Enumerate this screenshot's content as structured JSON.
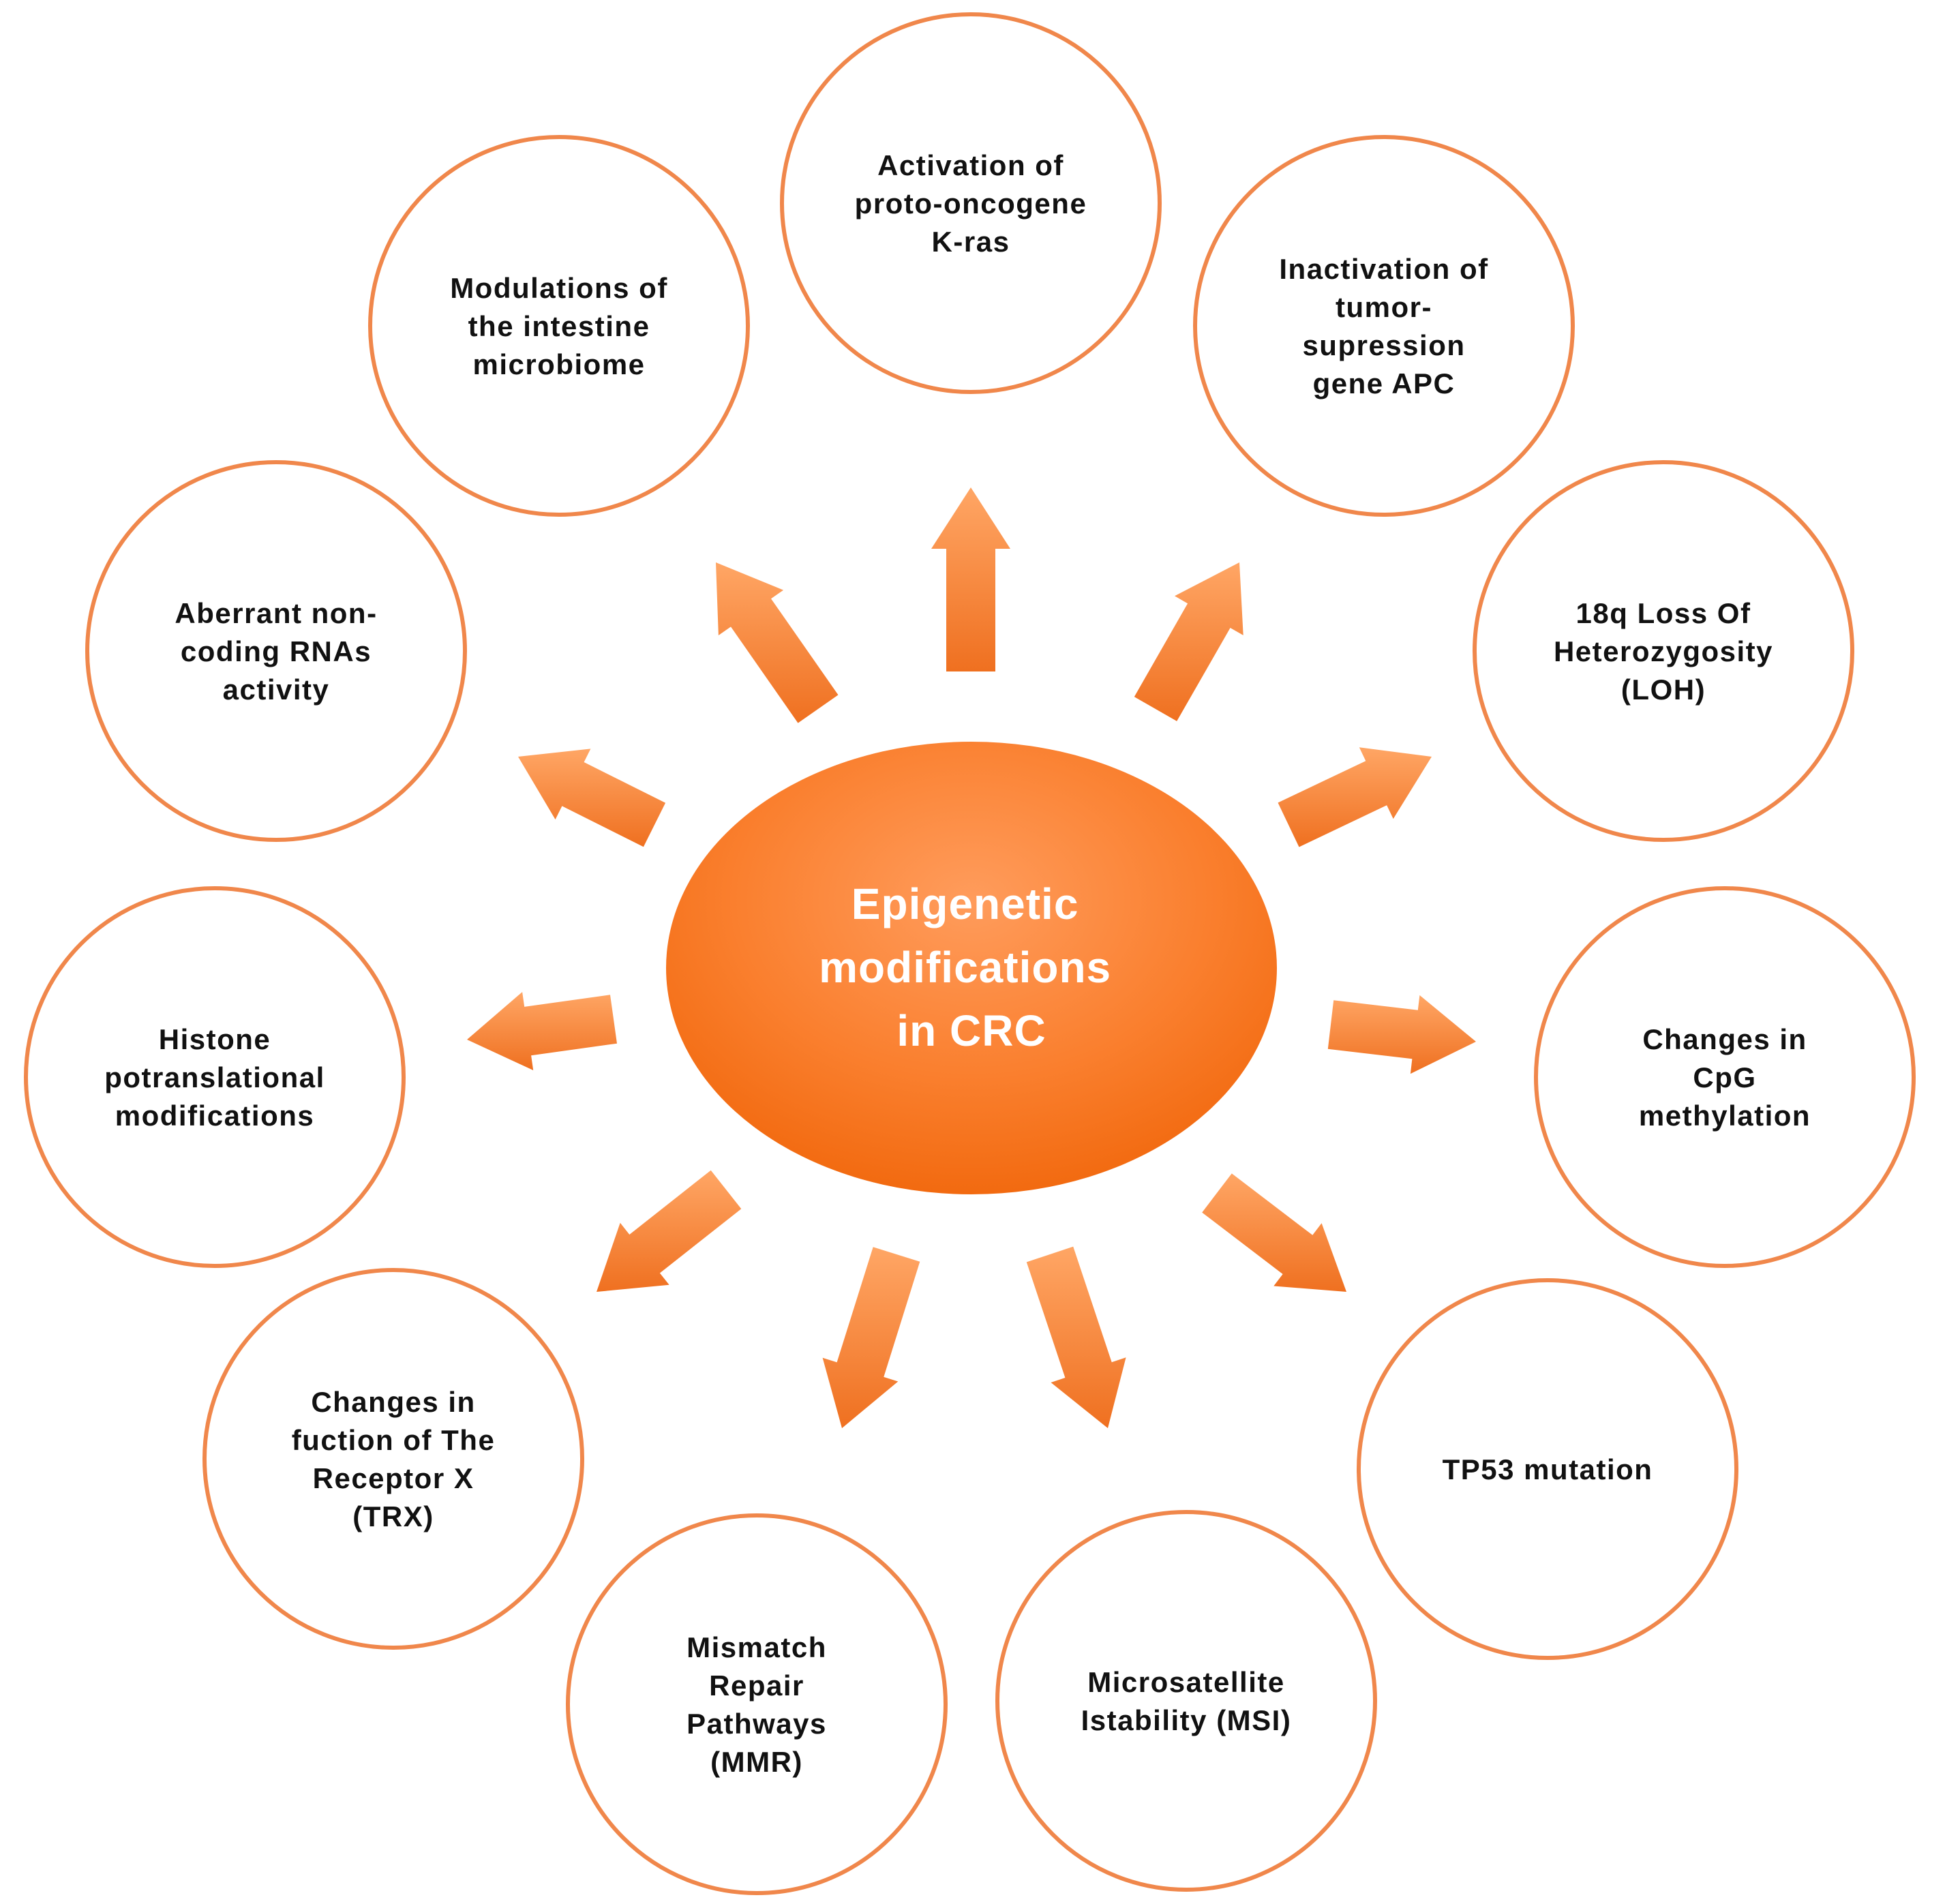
{
  "center": {
    "lines": [
      "Epigenetic",
      "modifications",
      "in CRC"
    ]
  },
  "nodes": [
    {
      "id": "kras",
      "lines": [
        "Activation of",
        "proto-oncogene",
        "K-ras"
      ]
    },
    {
      "id": "apc",
      "lines": [
        "Inactivation of",
        "tumor-",
        "supression",
        "gene APC"
      ]
    },
    {
      "id": "loh",
      "lines": [
        "18q Loss Of",
        "Heterozygosity",
        "(LOH)"
      ]
    },
    {
      "id": "cpg",
      "lines": [
        "Changes in",
        "CpG",
        "methylation"
      ]
    },
    {
      "id": "tp53",
      "lines": [
        "TP53 mutation"
      ]
    },
    {
      "id": "msi",
      "lines": [
        "Microsatellite",
        "Istability (MSI)"
      ]
    },
    {
      "id": "mmr",
      "lines": [
        "Mismatch",
        "Repair",
        "Pathways",
        "(MMR)"
      ]
    },
    {
      "id": "trx",
      "lines": [
        "Changes in",
        "fuction of The",
        "Receptor X",
        "(TRX)"
      ]
    },
    {
      "id": "histone",
      "lines": [
        "Histone",
        "potranslational",
        "modifications"
      ]
    },
    {
      "id": "ncrna",
      "lines": [
        "Aberrant non-",
        "coding RNAs",
        "activity"
      ]
    },
    {
      "id": "microbiome",
      "lines": [
        "Modulations of",
        "the intestine",
        "microbiome"
      ]
    }
  ],
  "colors": {
    "accent": "#f0874b",
    "center_light": "#ff9a55",
    "center_dark": "#f56a12",
    "arrow_light": "#ffa060",
    "arrow_dark": "#f07424",
    "text": "#111111",
    "center_text": "#ffffff"
  }
}
